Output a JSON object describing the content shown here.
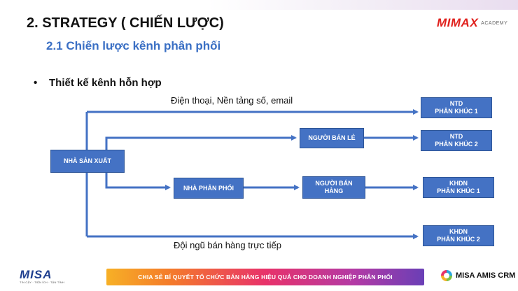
{
  "title": "2. STRATEGY ( CHIẾN LƯỢC)",
  "subtitle": "2.1 Chiến lược kênh phân phối",
  "logo": {
    "brand": "MIMAX",
    "suffix": "ACADEMY"
  },
  "bullet": {
    "marker": "•",
    "text": "Thiết kế kênh hỗn hợp"
  },
  "diagram": {
    "label_top": "Điện thoại, Nền tảng số, email",
    "label_bottom": "Đội ngũ bán hàng trực tiếp",
    "nodes": {
      "producer": "NHÀ SẢN XUẤT",
      "retailer": "NGƯỜI BÁN LẺ",
      "distributor": "NHÀ PHÂN PHỐI",
      "seller_line1": "NGƯỜI BÁN",
      "seller_line2": "HÀNG",
      "ntd1_line1": "NTD",
      "ntd1_line2": "PHÂN KHÚC 1",
      "ntd2_line1": "NTD",
      "ntd2_line2": "PHÂN KHÚC 2",
      "khdn1_line1": "KHDN",
      "khdn1_line2": "PHÂN KHÚC 1",
      "khdn2_line1": "KHDN",
      "khdn2_line2": "PHÂN KHÚC 2"
    }
  },
  "footer": {
    "banner": "CHIA SẺ BÍ QUYẾT TỔ CHỨC BÁN HÀNG HIỆU QUẢ CHO DOANH NGHIỆP PHÂN PHỐI",
    "misa_logo": "MISA",
    "misa_tagline": "TIN CẬY · TIỆN ÍCH · TẬN TÌNH",
    "crm_logo": "MISA AMIS CRM"
  },
  "colors": {
    "box": "#4472c4",
    "arrow": "#4472c4",
    "subtitle": "#3a6fc4",
    "brand_red": "#e0211d"
  }
}
